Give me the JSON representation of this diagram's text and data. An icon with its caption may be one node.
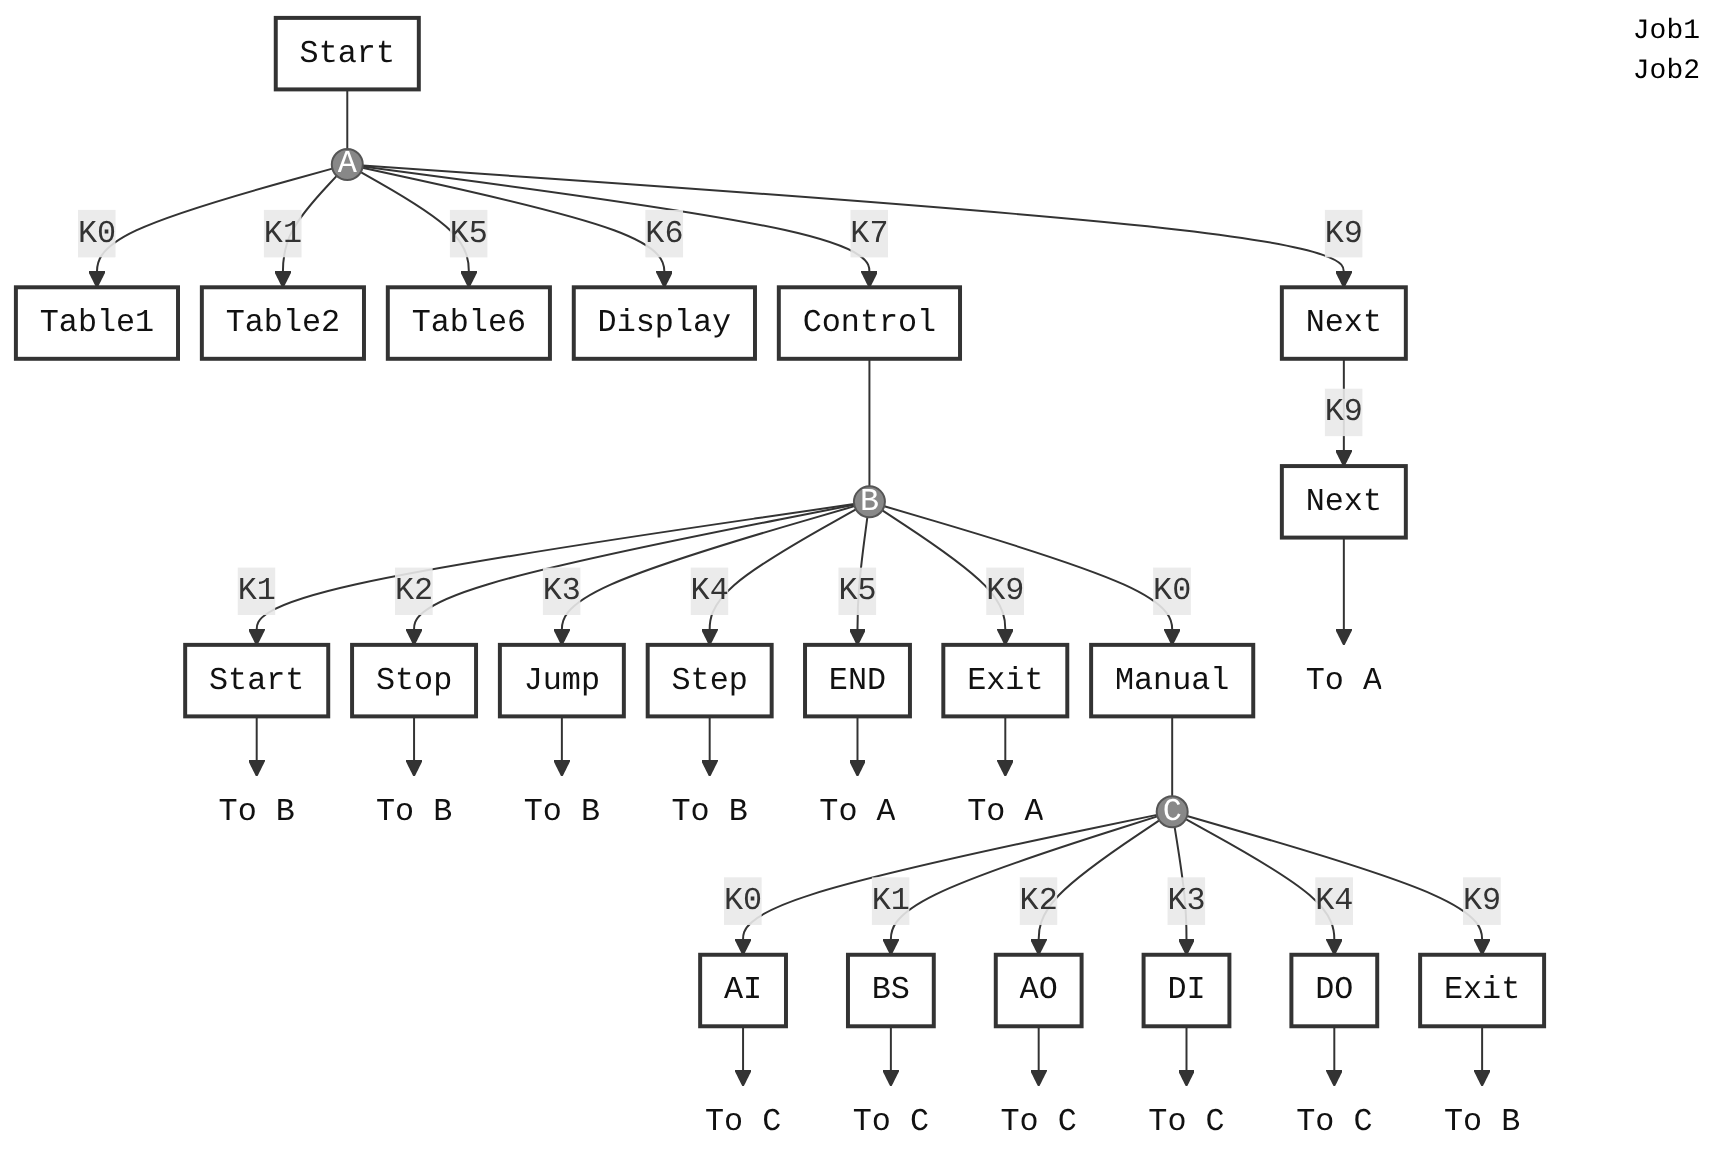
{
  "diagram": {
    "nodes": [
      {
        "text": [
          "Start"
        ]
      },
      {
        "text": [
          "A"
        ]
      },
      {
        "text": [
          "Table1"
        ]
      },
      {
        "text": [
          "Table2"
        ]
      },
      {
        "text": [
          "Table6"
        ]
      },
      {
        "text": [
          "Display"
        ]
      },
      {
        "text": [
          "Control"
        ]
      },
      {
        "text": [
          "Next"
        ]
      },
      {
        "text": [
          "B"
        ]
      },
      {
        "text": [
          "Manual"
        ]
      },
      {
        "text": [
          "Start"
        ]
      },
      {
        "text": [
          "Stop"
        ]
      },
      {
        "text": [
          "Jump"
        ]
      },
      {
        "text": [
          "Step"
        ]
      },
      {
        "text": [
          "END"
        ]
      },
      {
        "text": [
          "Exit"
        ]
      },
      {
        "text": [
          "Next"
        ]
      },
      {
        "text": [
          "To B"
        ]
      },
      {
        "text": [
          "To B"
        ]
      },
      {
        "text": [
          "To B"
        ]
      },
      {
        "text": [
          "To B"
        ]
      },
      {
        "text": [
          "To A"
        ]
      },
      {
        "text": [
          "To A"
        ]
      },
      {
        "text": [
          "C"
        ]
      },
      {
        "text": [
          "AI"
        ]
      },
      {
        "text": [
          "BS"
        ]
      },
      {
        "text": [
          "AO"
        ]
      },
      {
        "text": [
          "DI"
        ]
      },
      {
        "text": [
          "DO"
        ]
      },
      {
        "text": [
          "Exit"
        ]
      },
      {
        "text": [
          "To C"
        ]
      },
      {
        "text": [
          "To C"
        ]
      },
      {
        "text": [
          "To C"
        ]
      },
      {
        "text": [
          "To C"
        ]
      },
      {
        "text": [
          "To C"
        ]
      },
      {
        "text": [
          "To B"
        ]
      },
      {
        "text": [
          "To A"
        ]
      }
    ],
    "edges": [
      {
        "from": 0,
        "to": 1,
        "arrow": "none"
      },
      {
        "from": 1,
        "to": 2,
        "arrow": "to",
        "label": "K0"
      },
      {
        "from": 1,
        "to": 3,
        "arrow": "to",
        "label": "K1"
      },
      {
        "from": 1,
        "to": 4,
        "arrow": "to",
        "label": "K5"
      },
      {
        "from": 1,
        "to": 5,
        "arrow": "to",
        "label": "K6"
      },
      {
        "from": 1,
        "to": 6,
        "arrow": "to",
        "label": "K7"
      },
      {
        "from": 1,
        "to": 7,
        "arrow": "to",
        "label": "K9"
      },
      {
        "from": 6,
        "to": 8,
        "arrow": "none"
      },
      {
        "from": 8,
        "to": 9,
        "arrow": "to",
        "label": "K0"
      },
      {
        "from": 8,
        "to": 10,
        "arrow": "to",
        "label": "K1"
      },
      {
        "from": 8,
        "to": 11,
        "arrow": "to",
        "label": "K2"
      },
      {
        "from": 8,
        "to": 12,
        "arrow": "to",
        "label": "K3"
      },
      {
        "from": 8,
        "to": 13,
        "arrow": "to",
        "label": "K4"
      },
      {
        "from": 8,
        "to": 14,
        "arrow": "to",
        "label": "K5"
      },
      {
        "from": 8,
        "to": 15,
        "arrow": "to",
        "label": "K9"
      },
      {
        "from": 7,
        "to": 16,
        "arrow": "to",
        "label": "K9"
      },
      {
        "from": 10,
        "to": 17,
        "arrow": "to"
      },
      {
        "from": 11,
        "to": 18,
        "arrow": "to"
      },
      {
        "from": 12,
        "to": 19,
        "arrow": "to"
      },
      {
        "from": 13,
        "to": 20,
        "arrow": "to"
      },
      {
        "from": 14,
        "to": 21,
        "arrow": "to"
      },
      {
        "from": 15,
        "to": 22,
        "arrow": "to"
      },
      {
        "from": 9,
        "to": 23,
        "arrow": "none"
      },
      {
        "from": 23,
        "to": 24,
        "arrow": "to",
        "label": "K0"
      },
      {
        "from": 23,
        "to": 25,
        "arrow": "to",
        "label": "K1"
      },
      {
        "from": 23,
        "to": 26,
        "arrow": "to",
        "label": "K2"
      },
      {
        "from": 23,
        "to": 27,
        "arrow": "to",
        "label": "K3"
      },
      {
        "from": 23,
        "to": 28,
        "arrow": "to",
        "label": "K4"
      },
      {
        "from": 23,
        "to": 29,
        "arrow": "to",
        "label": "K9"
      },
      {
        "from": 24,
        "to": 30,
        "arrow": "to"
      },
      {
        "from": 25,
        "to": 31,
        "arrow": "to"
      },
      {
        "from": 26,
        "to": 32,
        "arrow": "to"
      },
      {
        "from": 27,
        "to": 33,
        "arrow": "to"
      },
      {
        "from": 28,
        "to": 34,
        "arrow": "to"
      },
      {
        "from": 29,
        "to": 35,
        "arrow": "to"
      },
      {
        "from": 16,
        "to": 36,
        "arrow": "to"
      }
    ],
    "labels": [
      "Job1",
      "Job2"
    ]
  }
}
